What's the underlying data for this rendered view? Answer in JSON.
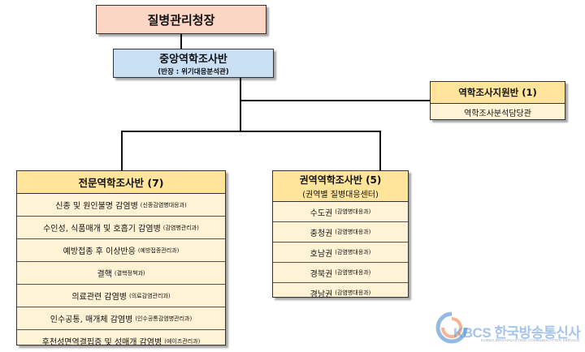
{
  "top": {
    "title": "질병관리청장"
  },
  "central": {
    "title": "중앙역학조사반",
    "subtitle": "(반장 : 위기대응분석관)"
  },
  "support": {
    "title": "역학조사지원반 (1)",
    "items": [
      "역학조사분석담당관"
    ]
  },
  "specialized": {
    "title": "전문역학조사반 (7)",
    "items": [
      {
        "name": "신종 및 원인불명 감염병",
        "dept": "(신종감염병대응과)"
      },
      {
        "name": "수인성, 식품매개 및 호흡기 감염병",
        "dept": "(감염병관리과)"
      },
      {
        "name": "예방접종 후 이상반응",
        "dept": "(예방접종관리과)"
      },
      {
        "name": "결핵",
        "dept": "(결핵정책과)"
      },
      {
        "name": "의료관련 감염병",
        "dept": "(의료감염관리과)"
      },
      {
        "name": "인수공통, 매개체 감염병",
        "dept": "(인수공통감염병관리과)"
      },
      {
        "name": "후천성면역결핍증 및 성매개 감염병",
        "dept": "(에이즈관리과)"
      }
    ]
  },
  "regional": {
    "title": "권역역학조사반 (5)",
    "subtitle": "(권역별 질병대응센터)",
    "items": [
      {
        "name": "수도권",
        "dept": "(감염병대응과)"
      },
      {
        "name": "충청권",
        "dept": "(감염병대응과)"
      },
      {
        "name": "호남권",
        "dept": "(감염병대응과)"
      },
      {
        "name": "경북권",
        "dept": "(감염병대응과)"
      },
      {
        "name": "경남권",
        "dept": "(감염병대응과)"
      }
    ]
  },
  "watermark": {
    "brand": "KBCS 한국방송통신사",
    "sub": "KOREA BROADCASTING COMMUNICATION SERVICE"
  },
  "colors": {
    "top_fill": "#fbd6c4",
    "central_fill": "#c9dff3",
    "header_fill": "#ffe49a",
    "body_fill": "#fff3d6",
    "line": "#111111"
  }
}
